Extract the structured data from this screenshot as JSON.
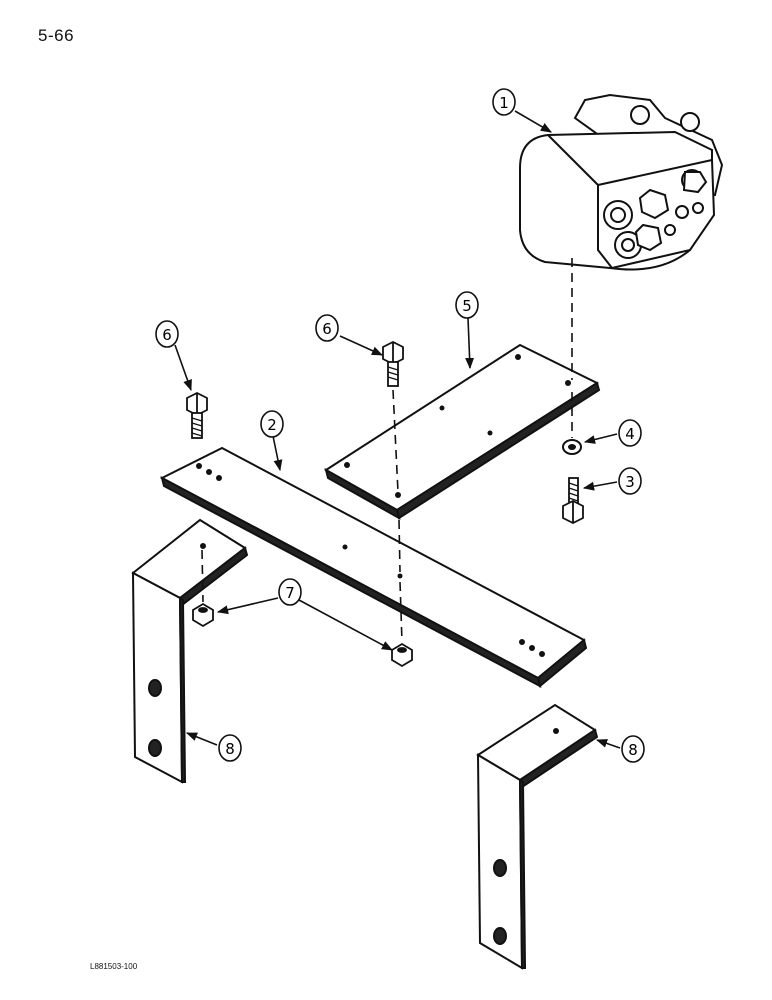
{
  "page": {
    "number": "5-66",
    "figure_code": "L881503-100"
  },
  "callouts": [
    {
      "id": "c1",
      "label": "1"
    },
    {
      "id": "c2",
      "label": "2"
    },
    {
      "id": "c3",
      "label": "3"
    },
    {
      "id": "c4",
      "label": "4"
    },
    {
      "id": "c5",
      "label": "5"
    },
    {
      "id": "c6a",
      "label": "6"
    },
    {
      "id": "c6b",
      "label": "6"
    },
    {
      "id": "c7",
      "label": "7"
    },
    {
      "id": "c8a",
      "label": "8"
    },
    {
      "id": "c8b",
      "label": "8"
    }
  ]
}
